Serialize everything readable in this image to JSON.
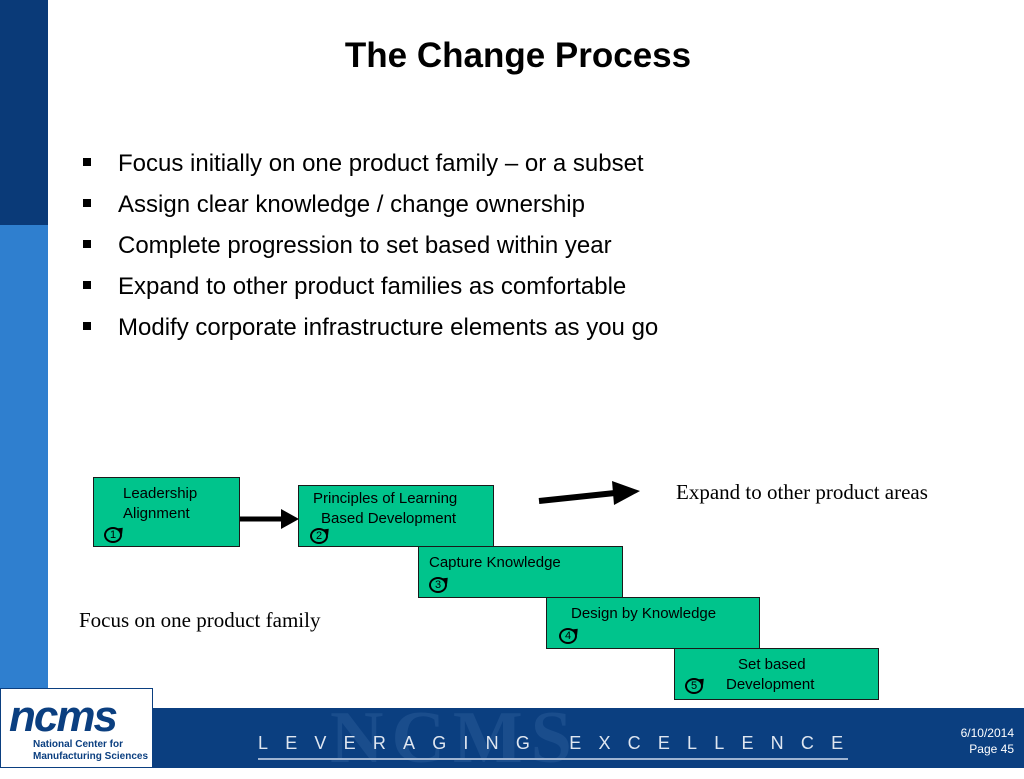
{
  "title": "The Change Process",
  "bullets": [
    "Focus initially on one product family – or a subset",
    "Assign clear knowledge / change ownership",
    "Complete progression to set based within year",
    "Expand to other product families as comfortable",
    "Modify corporate infrastructure elements as you go"
  ],
  "diagram": {
    "steps": [
      {
        "number": "1",
        "label_lines": [
          "Leadership",
          "Alignment"
        ]
      },
      {
        "number": "2",
        "label_lines": [
          "Principles of Learning",
          "Based Development"
        ]
      },
      {
        "number": "3",
        "label_lines": [
          "Capture Knowledge"
        ]
      },
      {
        "number": "4",
        "label_lines": [
          "Design by Knowledge"
        ]
      },
      {
        "number": "5",
        "label_lines": [
          "Set based",
          "Development"
        ]
      }
    ],
    "annotation_expand": "Expand to other product areas",
    "annotation_focus": "Focus on one product family",
    "box_color": "#00c48c"
  },
  "footer": {
    "tagline": "LEVERAGING  EXCELLENCE",
    "date": "6/10/2014",
    "page": "Page 45",
    "watermark": "NCMS"
  },
  "logo": {
    "mark": "ncms",
    "name_line1": "National Center for",
    "name_line2": "Manufacturing Sciences"
  },
  "colors": {
    "sidebar_dark": "#0a3a78",
    "sidebar_light": "#2f7fcf",
    "footer": "#0b3f80"
  }
}
